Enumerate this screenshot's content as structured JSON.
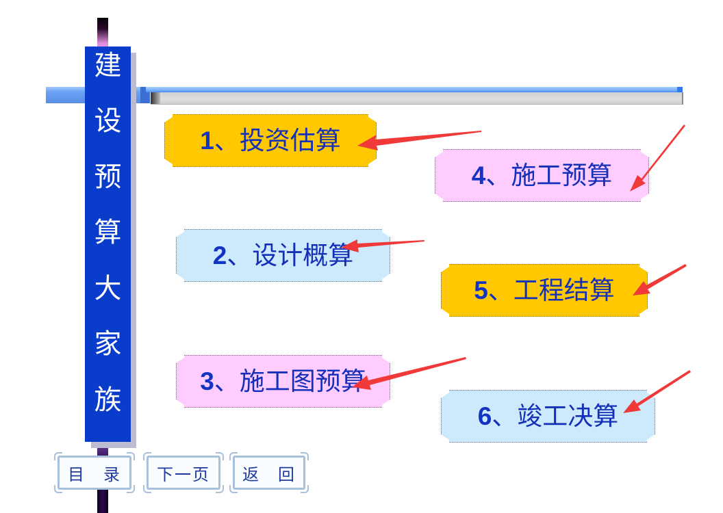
{
  "title": {
    "text": "建设预算大家族",
    "chars": [
      "建",
      "设",
      "预",
      "算",
      "大",
      "家",
      "族"
    ]
  },
  "colors": {
    "title_bg": "#0a3ccc",
    "label_text": "#1530b8",
    "gold": "#ffc800",
    "pink": "#ffccff",
    "light_blue": "#cdeafd",
    "arrow": "#f03a3a"
  },
  "items": [
    {
      "num": "1",
      "text": "、投资估算",
      "color": "gold"
    },
    {
      "num": "2",
      "text": "、设计概算",
      "color": "light_blue"
    },
    {
      "num": "3",
      "text": "、施工图预算",
      "color": "pink"
    },
    {
      "num": "4",
      "text": "、施工预算",
      "color": "pink"
    },
    {
      "num": "5",
      "text": "、工程结算",
      "color": "gold"
    },
    {
      "num": "6",
      "text": "、竣工决算",
      "color": "light_blue"
    }
  ],
  "nav": {
    "toc": "目　录",
    "next": "下一页",
    "back": "返　回"
  },
  "icons": {
    "arrow": "red-pointer-arrow-icon"
  }
}
